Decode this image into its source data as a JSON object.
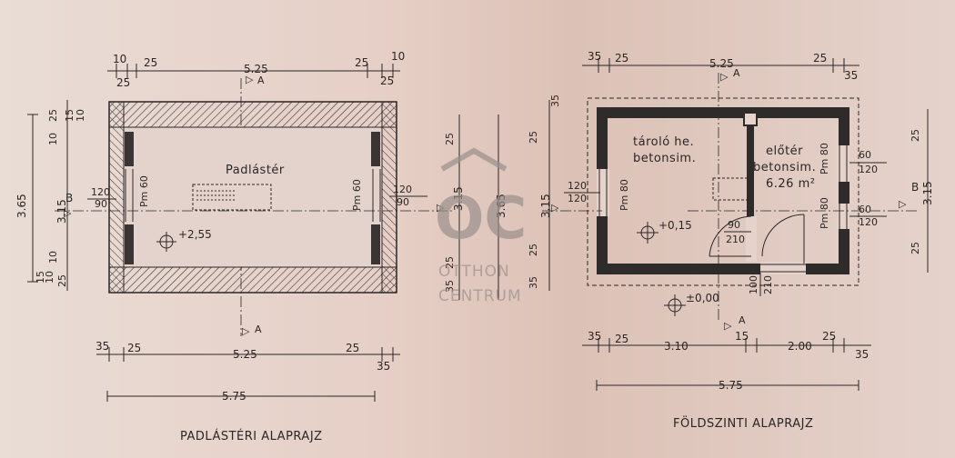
{
  "colors": {
    "ink": "#2a2626",
    "wall": "#333030",
    "watermark": "#9a8f8c"
  },
  "attic": {
    "title": "PADLÁSTÉRI ALAPRAJZ",
    "room_label": "Padlástér",
    "level": "+2,55",
    "section_mark": "A",
    "section_mark_side": "B",
    "top_dims": {
      "total": "5.25",
      "left_a": "10",
      "left_b": "25",
      "left_c": "25",
      "right_a": "25",
      "right_b": "10",
      "right_c": "25"
    },
    "bottom_dims": {
      "total": "5.25",
      "left_a": "35",
      "left_b": "25",
      "right_a": "25",
      "right_b": "35"
    },
    "overall": "5.75",
    "left_vert": {
      "total": "3.65",
      "inner": "3.15",
      "t1": "25",
      "t2": "15",
      "t3": "10",
      "t4": "10",
      "b1": "10",
      "b2": "15",
      "b3": "10",
      "b4": "25"
    },
    "right_vert": {
      "total": "3.65",
      "inner": "3.15",
      "t": "25",
      "b1": "25",
      "b2": "35"
    },
    "window_left": {
      "a": "120",
      "b": "90",
      "c": "Pm 60"
    },
    "window_right": {
      "a": "120",
      "b": "90",
      "c": "Pm 60"
    }
  },
  "ground": {
    "title": "FÖLDSZINTI ALAPRAJZ",
    "room1": {
      "name": "tároló he.",
      "floor": "betonsim."
    },
    "room2": {
      "name": "előtér",
      "floor": "betonsim.",
      "area": "6.26 m²"
    },
    "level_inside": "+0,15",
    "level_outside": "±0,00",
    "section_mark": "A",
    "section_mark_side": "B",
    "top_dims": {
      "total": "5.25",
      "left_a": "35",
      "left_b": "25",
      "right_a": "25",
      "right_b": "35"
    },
    "bottom_dims": {
      "left_a": "35",
      "left_b": "25",
      "mid_a": "3.10",
      "mid_b": "15",
      "mid_c": "2.00",
      "right_a": "25",
      "right_b": "35"
    },
    "overall": "5.75",
    "left_vert": {
      "inner": "3.15",
      "t1": "25",
      "t2": "35",
      "b1": "25",
      "b2": "35"
    },
    "right_vert": {
      "inner": "3.15",
      "t": "25",
      "b": "25"
    },
    "window_left": {
      "a": "120",
      "b": "120",
      "c": "Pm 80"
    },
    "window_right1": {
      "a": "60",
      "b": "120",
      "c": "Pm 80"
    },
    "window_right2": {
      "a": "60",
      "b": "120",
      "c": "Pm 80"
    },
    "door_inner": {
      "a": "90",
      "b": "210"
    },
    "door_outer": {
      "a": "100",
      "b": "210"
    }
  },
  "watermark": {
    "logo": "OC",
    "line1": "OTTHON",
    "line2": "CENTRUM"
  }
}
